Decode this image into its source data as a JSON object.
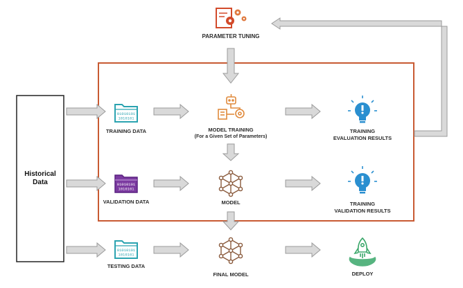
{
  "labels": {
    "parameter_tuning": "PARAMETER TUNING",
    "historical_line1": "Historical",
    "historical_line2": "Data",
    "training_data": "TRAINING  DATA",
    "validation_data": "VALIDATION  DATA",
    "testing_data": "TESTING DATA",
    "model_training_line1": "MODEL TRAINING",
    "model_training_line2": "(For a Given Set of Parameters)",
    "model": "MODEL",
    "final_model": "FINAL MODEL",
    "training_eval_line1": "TRAINING",
    "training_eval_line2": "EVALUATION RESULTS",
    "training_val_line1": "TRAINING",
    "training_val_line2": "VALIDATION RESULTS",
    "deploy": "DEPLOY"
  },
  "icons": {
    "parameter_tuning": "document-gears-icon",
    "training_data": "binary-folder-icon",
    "validation_data": "binary-folder-icon",
    "testing_data": "binary-folder-icon",
    "model_training": "robot-training-icon",
    "model": "network-model-icon",
    "final_model": "network-model-icon",
    "training_eval": "lightbulb-icon",
    "training_val": "lightbulb-icon",
    "deploy": "rocket-deploy-icon"
  },
  "colors": {
    "frame_border": "#c85a32",
    "arrow_fill": "#d9d9d9",
    "arrow_stroke": "#9a9a9a",
    "teal": "#2aa3b0",
    "purple": "#7b3aa0",
    "orange": "#e08a3c",
    "brown": "#8a5a3c",
    "blue": "#2a8fd0",
    "green": "#3aa76a",
    "gear_red": "#d24a2a"
  }
}
